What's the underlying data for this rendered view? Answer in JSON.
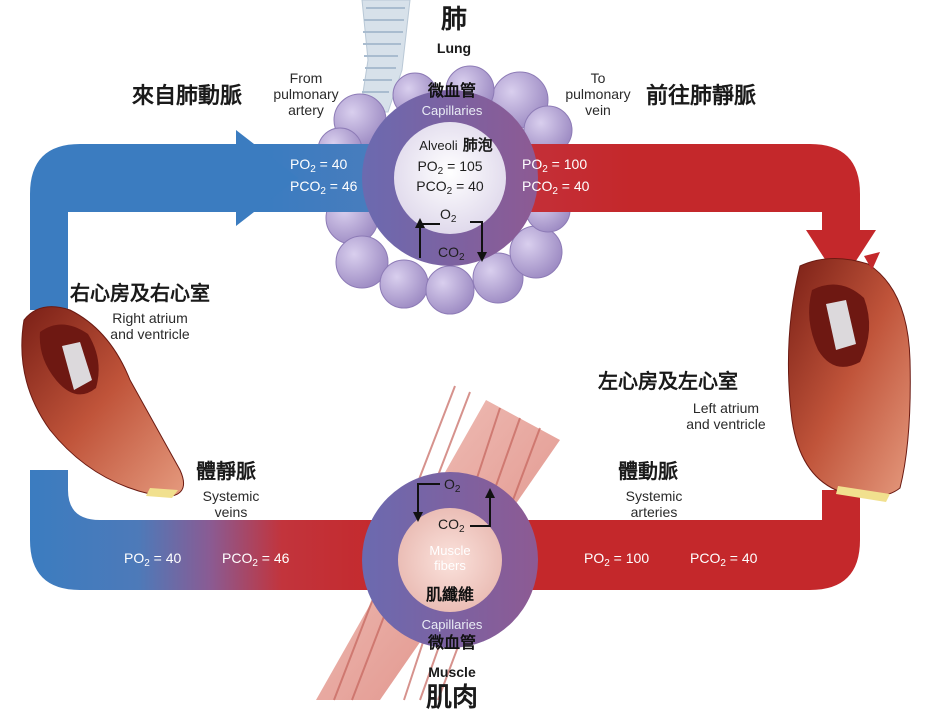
{
  "lung": {
    "title_zh": "肺",
    "title_en": "Lung"
  },
  "capillaries_top": {
    "zh": "微血管",
    "en": "Capillaries"
  },
  "alveoli": {
    "en": "Alveoli",
    "zh": "肺泡",
    "po2": "105",
    "pco2": "40"
  },
  "from_artery": {
    "zh": "來自肺動脈",
    "en_lines": [
      "From",
      "pulmonary",
      "artery"
    ]
  },
  "to_vein": {
    "zh": "前往肺靜脈",
    "en_lines": [
      "To",
      "pulmonary",
      "vein"
    ]
  },
  "top_left_values": {
    "po2": "40",
    "pco2": "46"
  },
  "top_right_values": {
    "po2": "100",
    "pco2": "40"
  },
  "right_heart": {
    "zh": "右心房及右心室",
    "en_lines": [
      "Right atrium",
      "and ventricle"
    ]
  },
  "left_heart": {
    "zh": "左心房及左心室",
    "en_lines": [
      "Left atrium",
      "and ventricle"
    ]
  },
  "systemic_veins": {
    "zh": "體靜脈",
    "en_lines": [
      "Systemic",
      "veins"
    ]
  },
  "systemic_arteries": {
    "zh": "體動脈",
    "en_lines": [
      "Systemic",
      "arteries"
    ]
  },
  "bottom_left_values": {
    "po2": "40",
    "pco2": "46"
  },
  "bottom_right_values": {
    "po2": "100",
    "pco2": "40"
  },
  "muscle_fibers": {
    "en_lines": [
      "Muscle",
      "fibers"
    ],
    "zh": "肌纖維"
  },
  "capillaries_bottom": {
    "en": "Capillaries",
    "zh": "微血管"
  },
  "muscle": {
    "en": "Muscle",
    "zh": "肌肉"
  },
  "gas_labels": {
    "po2_prefix": "PO",
    "pco2_prefix": "PCO",
    "sub": "2",
    "eq": " = ",
    "o2": "O",
    "co2": "CO"
  },
  "colors": {
    "venous": "#3e7fc1",
    "arterial": "#c4282b",
    "mix": "#7d5a9a",
    "alveoli": "#b7a8d3",
    "heart": "#b2452d"
  }
}
